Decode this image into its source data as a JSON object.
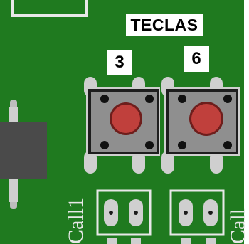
{
  "header": {
    "title": "TECLAS"
  },
  "buttons": [
    {
      "label": "3"
    },
    {
      "label": "6"
    }
  ],
  "connectors": [
    {
      "label": "Call1"
    },
    {
      "label": "Call"
    }
  ],
  "colors": {
    "pcb": "#1f7a1f",
    "switch_body": "#1e1e1e",
    "switch_cap": "#c0403c",
    "pad": "#cfcfcf"
  }
}
